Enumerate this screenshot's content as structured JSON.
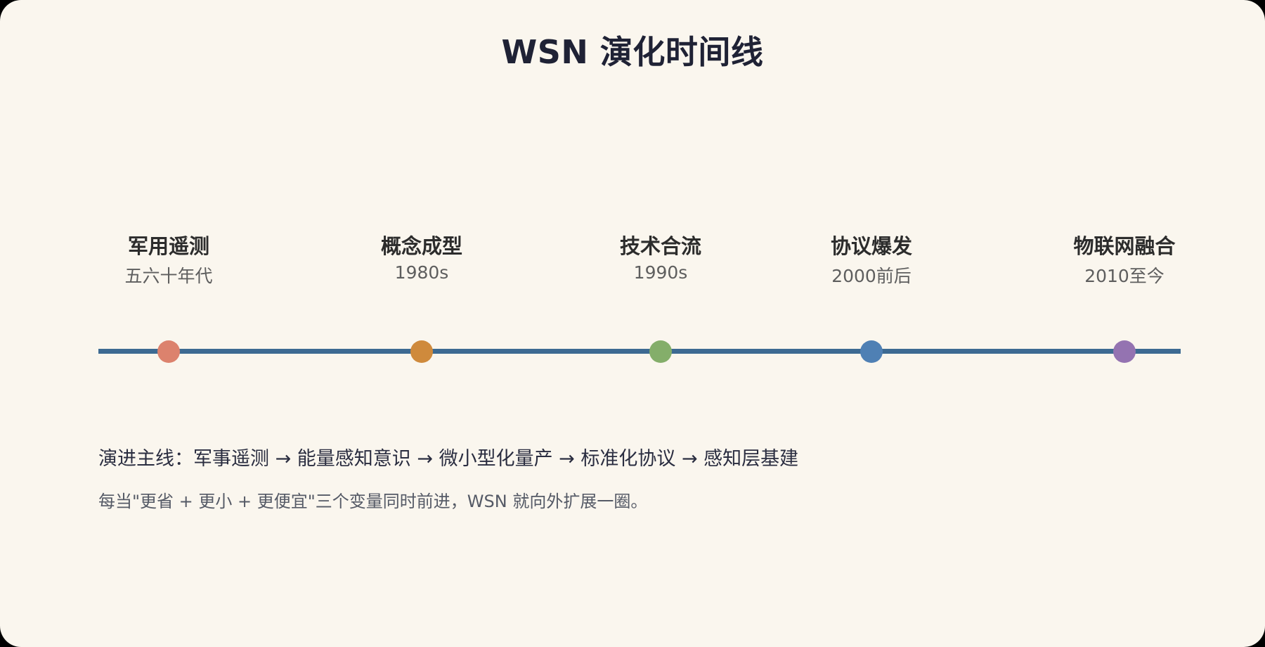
{
  "title": "WSN 演化时间线",
  "milestones": [
    {
      "title": "军用遥测",
      "date": "五六十年代",
      "color": "#dc826d"
    },
    {
      "title": "概念成型",
      "date": "1980s",
      "color": "#cf8a3c"
    },
    {
      "title": "技术合流",
      "date": "1990s",
      "color": "#84ae6a"
    },
    {
      "title": "协议爆发",
      "date": "2000前后",
      "color": "#4f80b4"
    },
    {
      "title": "物联网融合",
      "date": "2010至今",
      "color": "#9473b1"
    }
  ],
  "line_color": "#3d6a92",
  "summary": {
    "main": "演进主线：军事遥测 → 能量感知意识 → 微小型化量产 → 标准化协议 → 感知层基建",
    "sub": "每当\"更省 + 更小 + 更便宜\"三个变量同时前进，WSN 就向外扩展一圈。"
  }
}
